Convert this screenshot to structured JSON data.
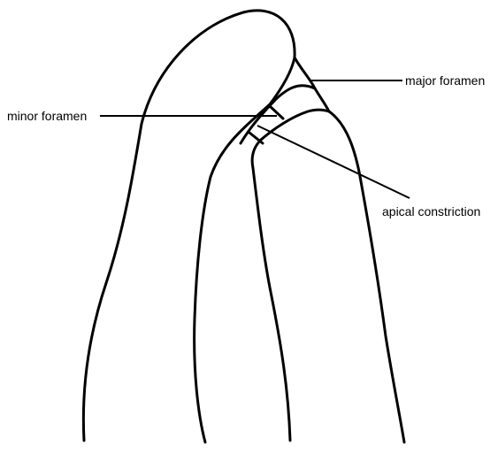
{
  "diagram": {
    "labels": {
      "major_foramen": "major foramen",
      "minor_foramen": "minor foramen",
      "apical_constriction": "apical constriction"
    },
    "line_color": "#000000",
    "background": "#ffffff"
  }
}
